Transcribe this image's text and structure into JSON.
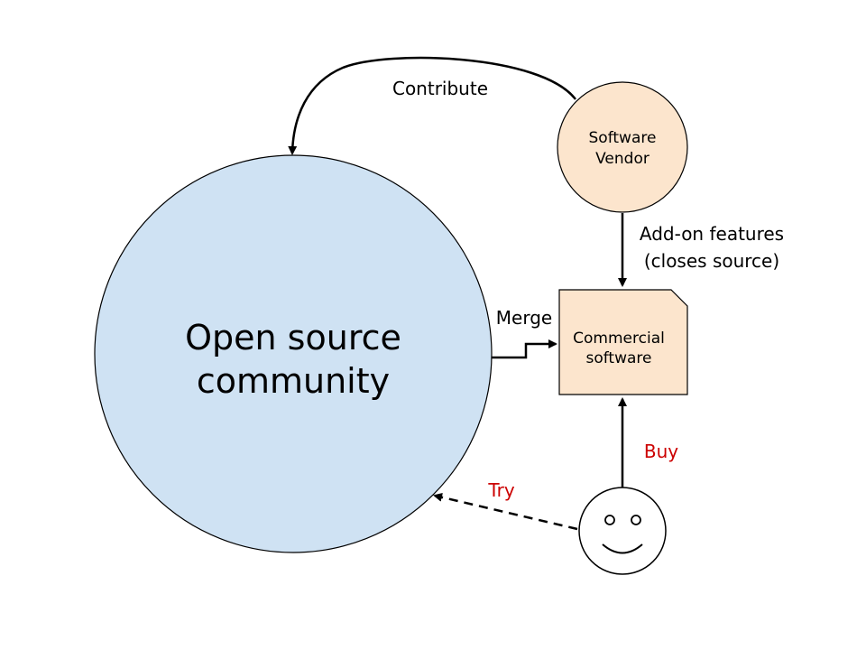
{
  "colors": {
    "community_fill": "#cfe2f3",
    "vendor_fill": "#fce5cd",
    "software_fill": "#fce5cd",
    "stroke": "#000000",
    "user_action_text": "#cc0000"
  },
  "nodes": {
    "community": {
      "line1": "Open source",
      "line2": "community"
    },
    "vendor": {
      "line1": "Software",
      "line2": "Vendor"
    },
    "software": {
      "line1": "Commercial",
      "line2": "software"
    },
    "user": {
      "icon": "smiley-face-icon"
    }
  },
  "edges": {
    "contribute": "Contribute",
    "addon_line1": "Add-on features",
    "addon_line2": "(closes source)",
    "merge": "Merge",
    "buy": "Buy",
    "try": "Try"
  }
}
